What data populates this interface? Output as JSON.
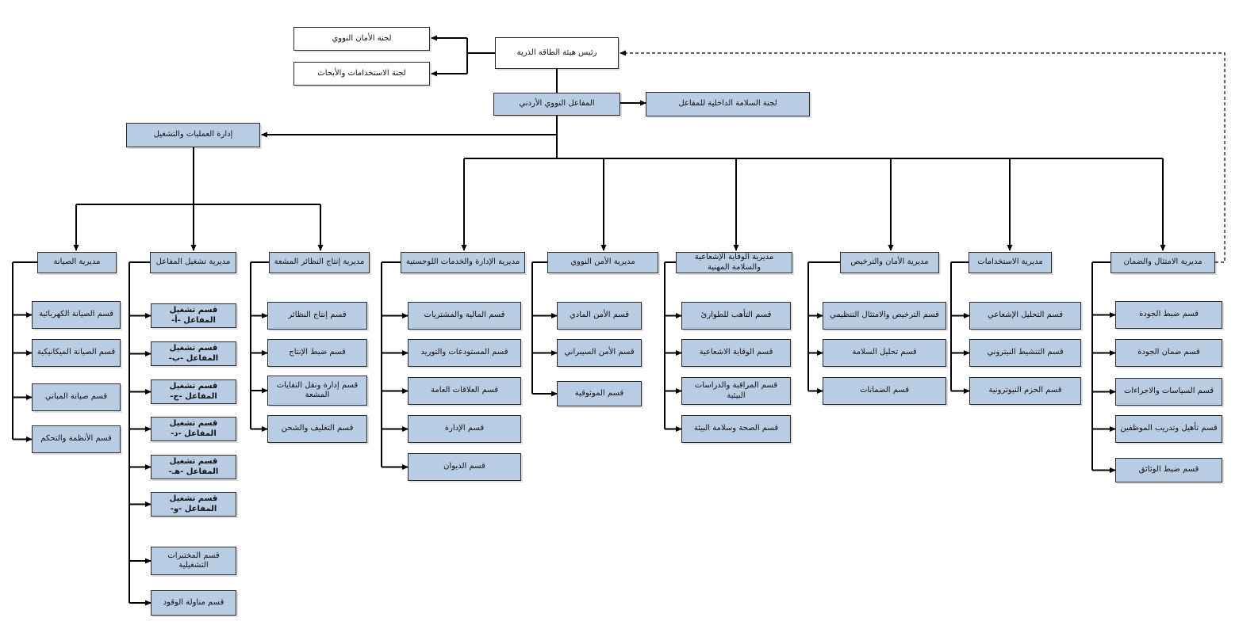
{
  "org_chart": {
    "chairman": "رئيس هيئة الطاقة الذرية",
    "nuclear_safety_committee": "لجنة الأمان النووي",
    "applications_research_committee": "لجنة الاستخدامات والأبحاث",
    "reactor": "المفاعل النووي الأردني",
    "internal_safety_committee": "لجنة السلامة الداخلية للمفاعل",
    "operations_management": "إدارة العمليات والتشغيل",
    "directorates": {
      "maintenance": {
        "title": "مديرية الصيانة",
        "items": [
          "قسم الصيانة الكهربائية",
          "قسم الصيانة الميكانيكية",
          "قسم صيانة المباني",
          "قسم الأنظمة والتحكم"
        ]
      },
      "reactor_operation": {
        "title": "مديرية تشغيل المفاعل",
        "items": [
          "قسم تشغيل المفاعل -أ-",
          "قسم تشغيل المفاعل -ب-",
          "قسم تشغيل المفاعل -ج-",
          "قسم تشغيل المفاعل -د-",
          "قسم تشغيل المفاعل -هـ-",
          "قسم تشغيل المفاعل -و-",
          "قسم المختبرات التشغيلية",
          "قسم مناولة الوقود"
        ]
      },
      "isotope_production": {
        "title": "مديرية إنتاج النظائر المشعة",
        "items": [
          "قسم إنتاج النظائر",
          "قسم ضبط الإنتاج",
          "قسم إدارة ونقل النفايات المشعة",
          "قسم التغليف والشحن"
        ]
      },
      "admin_logistics": {
        "title": "مديرية الإدارة والخدمات اللوجستية",
        "items": [
          "قسم المالية والمشتريات",
          "قسم المستودعات والتوريد",
          "قسم العلاقات العامة",
          "قسم الإدارة",
          "قسم الديوان"
        ]
      },
      "nuclear_security": {
        "title": "مديرية الأمن النووي",
        "items": [
          "قسم الأمن المادي",
          "قسم الأمن السيبراني",
          "قسم الموثوقية"
        ]
      },
      "radiation_protection": {
        "title": "مديرية الوقاية الإشعاعية والسلامة المهنية",
        "items": [
          "قسم التأهب للطوارئ",
          "قسم الوقاية الاشعاعية",
          "قسم المراقبة والدراسات البيئية",
          "قسم الصحة وسلامة البيئة"
        ]
      },
      "safety_licensing": {
        "title": "مديرية الأمان والترخيص",
        "items": [
          "قسم الترخيص والامتثال التنظيمي",
          "قسم تحليل السلامة",
          "قسم الضمانات"
        ]
      },
      "utilization": {
        "title": "مديرية الاستخدامات",
        "items": [
          "قسم التحليل الإشعاعي",
          "قسم التنشيط النيتروني",
          "قسم الحزم النيوترونية"
        ]
      },
      "compliance_assurance": {
        "title": "مديرية الامتثال والضمان",
        "items": [
          "قسم ضبط الجودة",
          "قسم ضمان الجودة",
          "قسم السياسات والاجراءات",
          "قسم تأهيل وتدريب الموظفين",
          "قسم ضبط الوثائق"
        ]
      }
    }
  },
  "colors": {
    "box_fill": "#b8cce4",
    "box_border": "#2b2b2b",
    "line": "#000000",
    "background": "#ffffff"
  }
}
